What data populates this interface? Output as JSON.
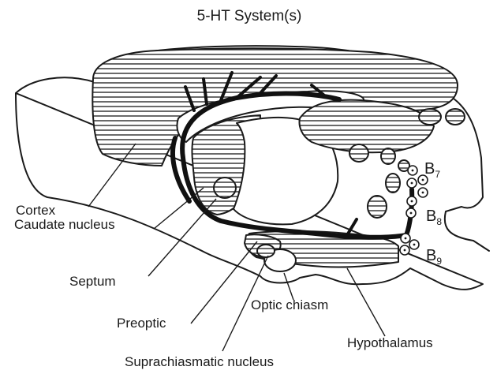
{
  "title": "5-HT System(s)",
  "labels": {
    "cortex": "Cortex",
    "caudate": "Caudate nucleus",
    "septum": "Septum",
    "preoptic": "Preoptic",
    "suprachiasmatic": "Suprachiasmatic nucleus",
    "optic_chiasm": "Optic chiasm",
    "hypothalamus": "Hypothalamus"
  },
  "cell_groups": [
    {
      "letter": "B",
      "sub": "7"
    },
    {
      "letter": "B",
      "sub": "8"
    },
    {
      "letter": "B",
      "sub": "9"
    }
  ]
}
